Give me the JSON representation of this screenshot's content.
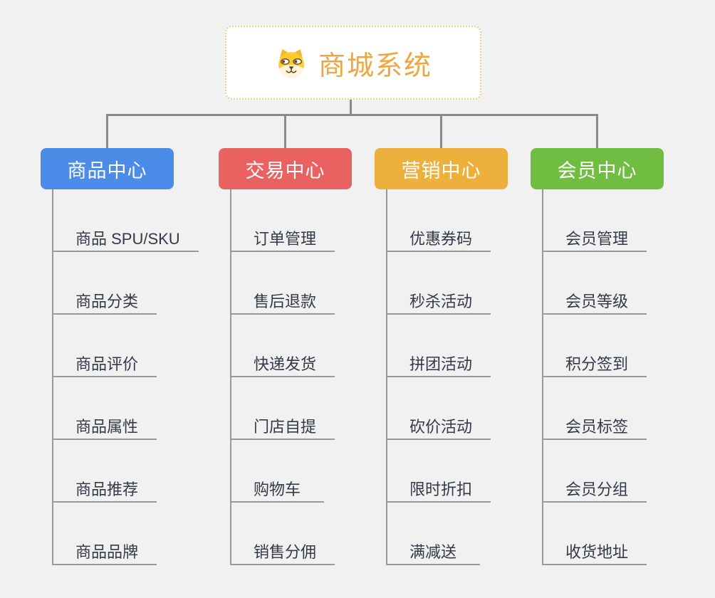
{
  "root": {
    "label": "商城系统",
    "icon": "shiba-dog-icon"
  },
  "branches": [
    {
      "label": "商品中心",
      "color": "#4b8ce8",
      "children": [
        "商品 SPU/SKU",
        "商品分类",
        "商品评价",
        "商品属性",
        "商品推荐",
        "商品品牌"
      ]
    },
    {
      "label": "交易中心",
      "color": "#e96161",
      "children": [
        "订单管理",
        "售后退款",
        "快递发货",
        "门店自提",
        "购物车",
        "销售分佣"
      ]
    },
    {
      "label": "营销中心",
      "color": "#eeb03d",
      "children": [
        "优惠券码",
        "秒杀活动",
        "拼团活动",
        "砍价活动",
        "限时折扣",
        "满减送"
      ]
    },
    {
      "label": "会员中心",
      "color": "#6fbe42",
      "children": [
        "会员管理",
        "会员等级",
        "积分签到",
        "会员标签",
        "会员分组",
        "收货地址"
      ]
    }
  ],
  "style": {
    "background": "#f1f1f2",
    "connector_color": "#8a8a8a",
    "child_line_color": "#999999",
    "root_accent": "#efa63e",
    "root_border": "#f6cc85",
    "text_color": "#333a45"
  }
}
